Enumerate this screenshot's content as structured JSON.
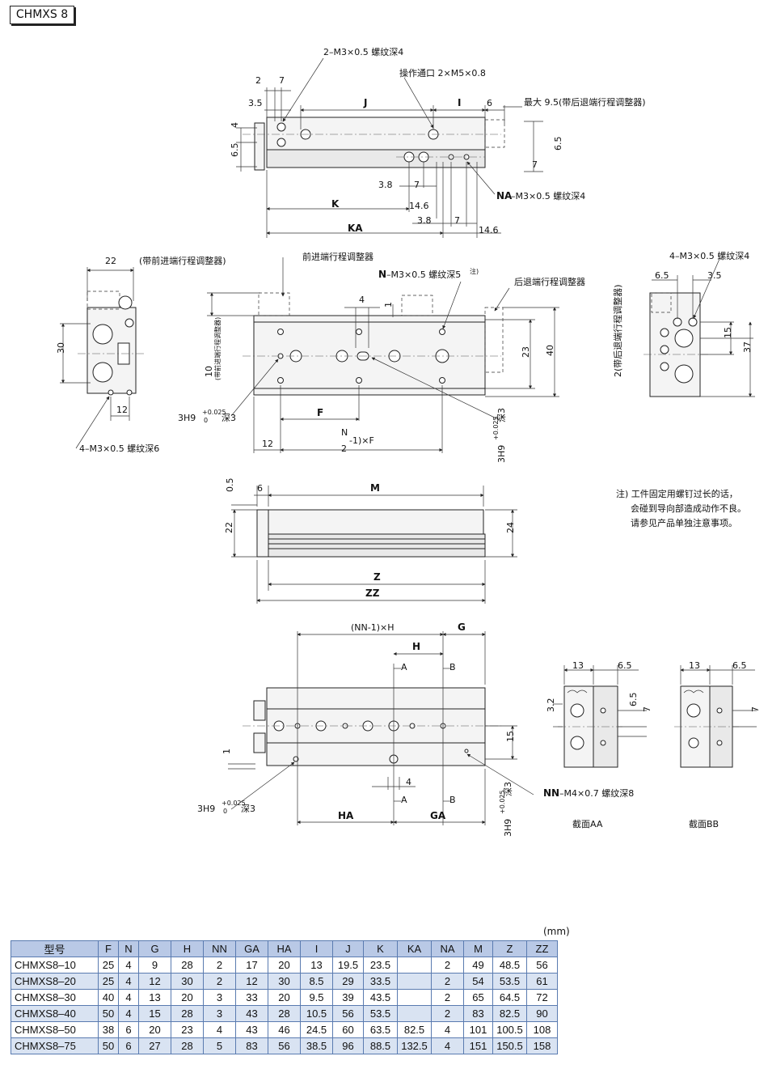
{
  "model_tag": "CHMXS 8",
  "labels": {
    "top_tap": "2–M3×0.5 螺纹深4",
    "op_port": "操作通口 2×M5×0.8",
    "max_rear": "最大 9.5(带后退端行程调整器)",
    "na_tap": "–M3×0.5 螺纹深4",
    "na": "NA",
    "front_adj": "前进端行程调整器",
    "front_adj_paren": "(带前进端行程调整器)",
    "n_tap": "–M3×0.5 螺纹深5",
    "n": "N",
    "note_mark": "注)",
    "rear_adj": "后退端行程调整器",
    "right_tap": "4–M3×0.5 螺纹深4",
    "left_tap": "4–M3×0.5 螺纹深6",
    "front_10": "10",
    "front_10_note": "(带前进端行程调整器)",
    "rear_2": "2(带后退端行程调整器)",
    "h9_a": "3H9",
    "h9_tol_up": "+0.025",
    "h9_tol_lo": "0",
    "h9_depth": "深3",
    "nf_formula_n": "N",
    "nf_formula_d": "2",
    "nf_formula_rest": "-1)×F",
    "nn_tap": "–M4×0.7 螺纹深8",
    "nn": "NN",
    "nnh": "(NN-1)×H",
    "section_aa": "截面AA",
    "section_bb": "截面BB",
    "note_1": "注) 工件固定用螺钉过长的话，",
    "note_2": "会碰到导向部造成动作不良。",
    "note_3": "请参见产品单独注意事项。"
  },
  "dims": {
    "d2": "2",
    "d7": "7",
    "d3_5": "3.5",
    "dJ": "J",
    "dI": "I",
    "d6": "6",
    "d4": "4",
    "d6_5": "6.5",
    "d3_8": "3.8",
    "d14_6": "14.6",
    "dK": "K",
    "dKA": "KA",
    "d22": "22",
    "d30": "30",
    "d12": "12",
    "d23": "23",
    "d40": "40",
    "dF": "F",
    "d15": "15",
    "d37": "37",
    "d0_5": "0.5",
    "dM": "M",
    "d24": "24",
    "dZ": "Z",
    "dZZ": "ZZ",
    "dH": "H",
    "dG": "G",
    "dHA": "HA",
    "dGA": "GA",
    "dA": "A",
    "dB": "B",
    "d1": "1",
    "d13": "13",
    "d3_2": "3.2"
  },
  "table": {
    "unit": "(mm)",
    "headers": [
      "型号",
      "F",
      "N",
      "G",
      "H",
      "NN",
      "GA",
      "HA",
      "I",
      "J",
      "K",
      "KA",
      "NA",
      "M",
      "Z",
      "ZZ"
    ],
    "rows": [
      [
        "CHMXS8–10",
        "25",
        "4",
        "9",
        "28",
        "2",
        "17",
        "20",
        "13",
        "19.5",
        "23.5",
        "",
        "2",
        "49",
        "48.5",
        "56"
      ],
      [
        "CHMXS8–20",
        "25",
        "4",
        "12",
        "30",
        "2",
        "12",
        "30",
        "8.5",
        "29",
        "33.5",
        "",
        "2",
        "54",
        "53.5",
        "61"
      ],
      [
        "CHMXS8–30",
        "40",
        "4",
        "13",
        "20",
        "3",
        "33",
        "20",
        "9.5",
        "39",
        "43.5",
        "",
        "2",
        "65",
        "64.5",
        "72"
      ],
      [
        "CHMXS8–40",
        "50",
        "4",
        "15",
        "28",
        "3",
        "43",
        "28",
        "10.5",
        "56",
        "53.5",
        "",
        "2",
        "83",
        "82.5",
        "90"
      ],
      [
        "CHMXS8–50",
        "38",
        "6",
        "20",
        "23",
        "4",
        "43",
        "46",
        "24.5",
        "60",
        "63.5",
        "82.5",
        "4",
        "101",
        "100.5",
        "108"
      ],
      [
        "CHMXS8–75",
        "50",
        "6",
        "27",
        "28",
        "5",
        "83",
        "56",
        "38.5",
        "96",
        "88.5",
        "132.5",
        "4",
        "151",
        "150.5",
        "158"
      ]
    ]
  }
}
